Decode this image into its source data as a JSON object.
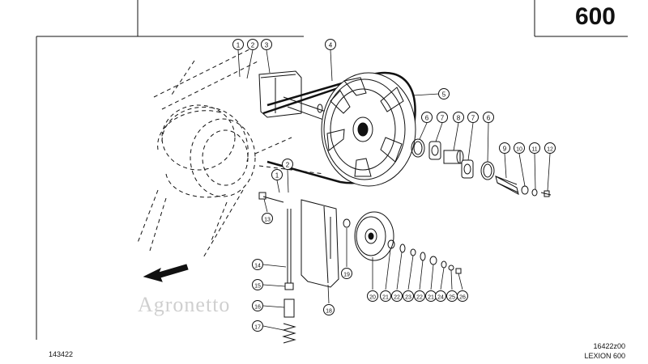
{
  "header": {
    "page_number": "600"
  },
  "footer": {
    "left_code": "143422",
    "right_code": "16422z00",
    "model": "LEXION 600"
  },
  "watermark": "Agronetto",
  "callouts": [
    "1",
    "2",
    "3",
    "4",
    "5",
    "6",
    "7",
    "8",
    "7",
    "6",
    "9",
    "10",
    "11",
    "12",
    "1",
    "2",
    "13",
    "14",
    "15",
    "16",
    "17",
    "18",
    "19",
    "20",
    "21",
    "22",
    "23",
    "22",
    "21",
    "24",
    "25",
    "26"
  ]
}
